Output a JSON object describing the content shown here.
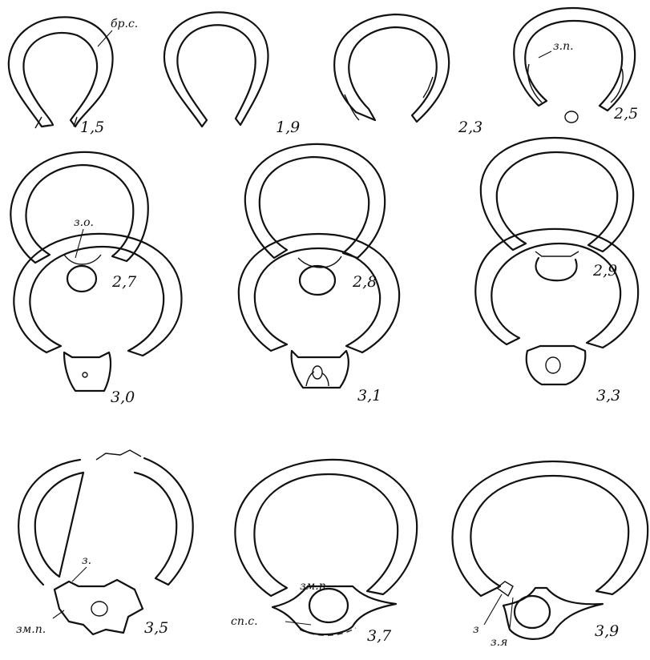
{
  "panels": [
    {
      "stage": "1,5"
    },
    {
      "stage": "1,9"
    },
    {
      "stage": "2,3"
    },
    {
      "stage": "2,5"
    },
    {
      "stage": "2,7"
    },
    {
      "stage": "2,8"
    },
    {
      "stage": "2,9"
    },
    {
      "stage": "3,0"
    },
    {
      "stage": "3,1"
    },
    {
      "stage": "3,3"
    },
    {
      "stage": "3,5"
    },
    {
      "stage": "3,7"
    },
    {
      "stage": "3,9"
    }
  ],
  "annotations": {
    "br_s": "бр.с.",
    "z_p": "з.п.",
    "z_o": "з.о.",
    "z": "з.",
    "zm_p_35": "зм.п.",
    "zm_p_37": "зм.п",
    "sp_s": "сп.с.",
    "z_39": "з",
    "z_ya": "з.я"
  }
}
